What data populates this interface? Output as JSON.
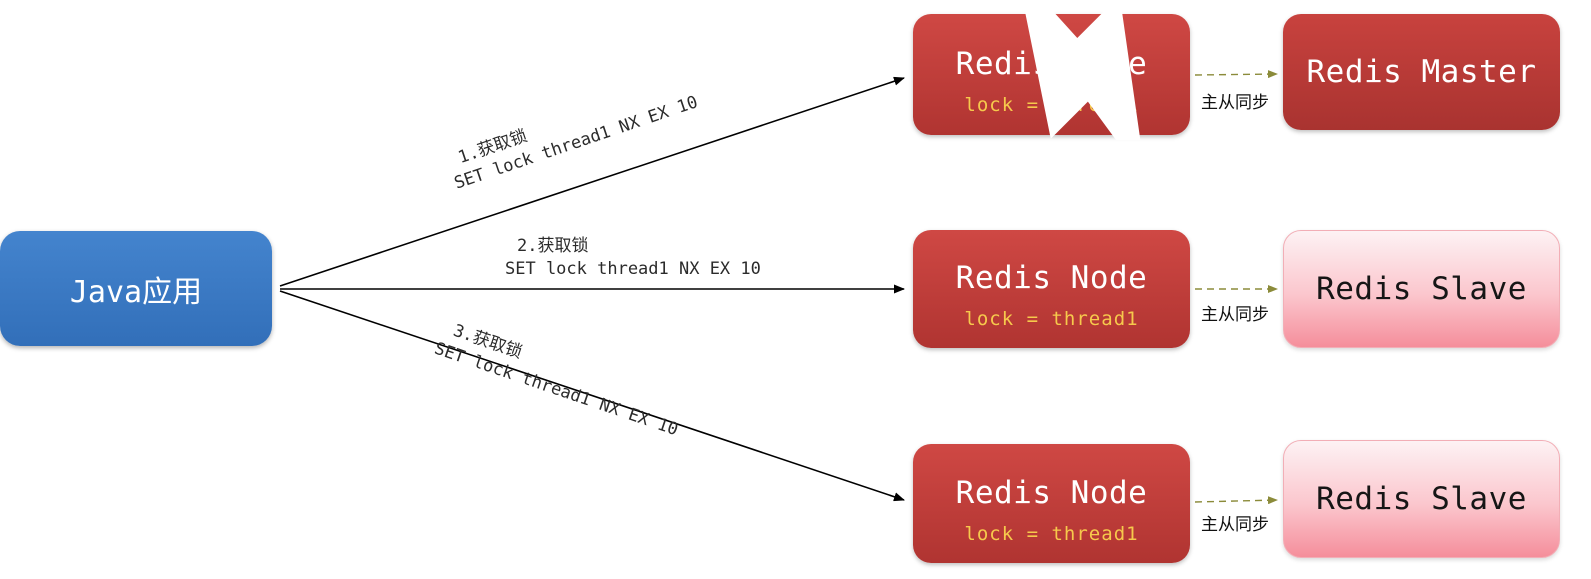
{
  "java_app": {
    "label": "Java应用"
  },
  "redis_nodes": [
    {
      "title": "Redis Node",
      "lock": "lock = thread1",
      "icon": "lightning-bolt-icon"
    },
    {
      "title": "Redis Node",
      "lock": "lock = thread1",
      "icon": ""
    },
    {
      "title": "Redis Node",
      "lock": "lock = thread1",
      "icon": ""
    }
  ],
  "replicas": [
    {
      "title": "Redis Master"
    },
    {
      "title": "Redis Slave"
    },
    {
      "title": "Redis Slave"
    }
  ],
  "requests": [
    {
      "step": "1.获取锁",
      "command": "SET lock thread1 NX EX 10"
    },
    {
      "step": "2.获取锁",
      "command": "SET lock thread1 NX EX 10"
    },
    {
      "step": "3.获取锁",
      "command": "SET lock thread1 NX EX 10"
    }
  ],
  "sync": {
    "label": "主从同步"
  },
  "colors": {
    "app_blue": "#3a78c4",
    "node_red": "#c0392b",
    "master_red": "#b03431",
    "slave_pink": "#f79aa6",
    "lock_gold": "#f6c94c",
    "sync_olive": "#8b8b3a",
    "arrow_black": "#000000"
  }
}
